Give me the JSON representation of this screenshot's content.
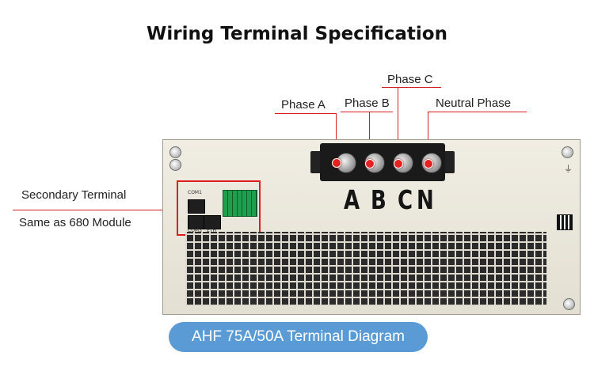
{
  "title": "Wiring Terminal Specification",
  "labels": {
    "phase_a": "Phase A",
    "phase_b": "Phase B",
    "phase_c": "Phase C",
    "neutral": "Neutral Phase",
    "secondary_line1": "Secondary Terminal",
    "secondary_line2": "Same as 680 Module"
  },
  "device": {
    "terminal_letters": [
      "A",
      "B",
      "C",
      "N"
    ],
    "com1": "COM1",
    "com3": "COM3",
    "eth": "ETH"
  },
  "caption": "AHF 75A/50A Terminal Diagram",
  "colors": {
    "callout_red": "#d81e1e",
    "caption_bg": "#5b9bd5"
  }
}
